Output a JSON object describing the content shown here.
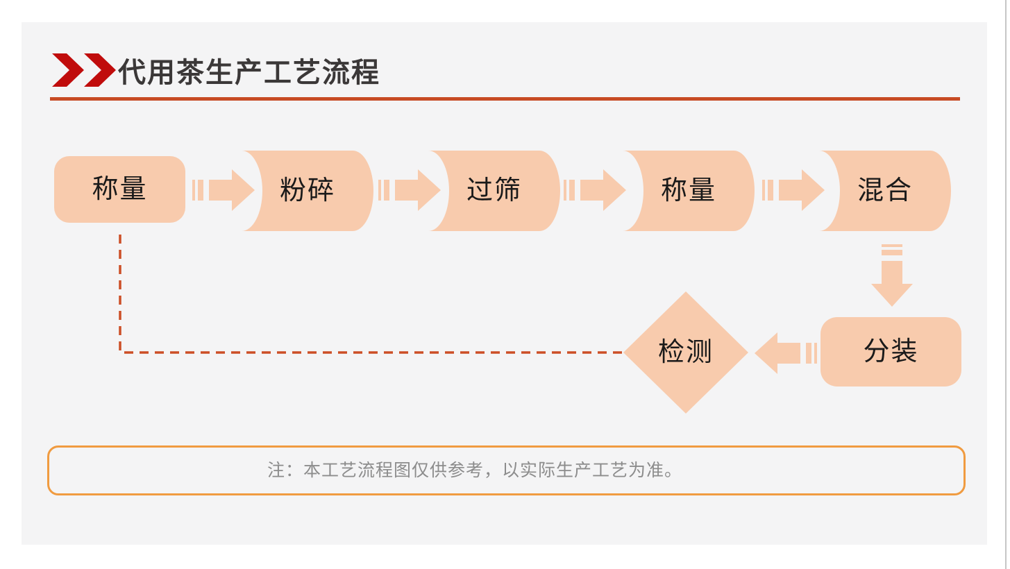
{
  "slide": {
    "title": "代用茶生产工艺流程",
    "title_icon": "double-chevron-right",
    "note": "注：本工艺流程图仅供参考，以实际生产工艺为准。"
  },
  "flow": {
    "nodes": [
      {
        "label": "称量",
        "shape": "rounded-rectangle"
      },
      {
        "label": "粉碎",
        "shape": "horizontal-cylinder"
      },
      {
        "label": "过筛",
        "shape": "horizontal-cylinder"
      },
      {
        "label": "称量",
        "shape": "horizontal-cylinder"
      },
      {
        "label": "混合",
        "shape": "horizontal-cylinder"
      },
      {
        "label": "分装",
        "shape": "rounded-rectangle"
      },
      {
        "label": "检测",
        "shape": "diamond"
      }
    ],
    "edges": [
      {
        "from": "称量",
        "to": "粉碎",
        "style": "striped-arrow-right"
      },
      {
        "from": "粉碎",
        "to": "过筛",
        "style": "striped-arrow-right"
      },
      {
        "from": "过筛",
        "to": "称量",
        "style": "striped-arrow-right"
      },
      {
        "from": "称量",
        "to": "混合",
        "style": "striped-arrow-right"
      },
      {
        "from": "混合",
        "to": "分装",
        "style": "striped-arrow-down"
      },
      {
        "from": "分装",
        "to": "检测",
        "style": "striped-arrow-left"
      },
      {
        "from": "检测",
        "to": "称量",
        "style": "dashed-elbow-line"
      }
    ]
  },
  "colors": {
    "chevron_red": "#c00c0c",
    "title_text": "#3b3838",
    "title_rule": "#c74b24",
    "shape_fill": "#f8cbad",
    "shape_text": "#1a1a1a",
    "dashed_line": "#cc4e26",
    "note_border": "#f09b40",
    "note_text": "#8c8c8c",
    "slide_bg": "#f4f4f5"
  }
}
